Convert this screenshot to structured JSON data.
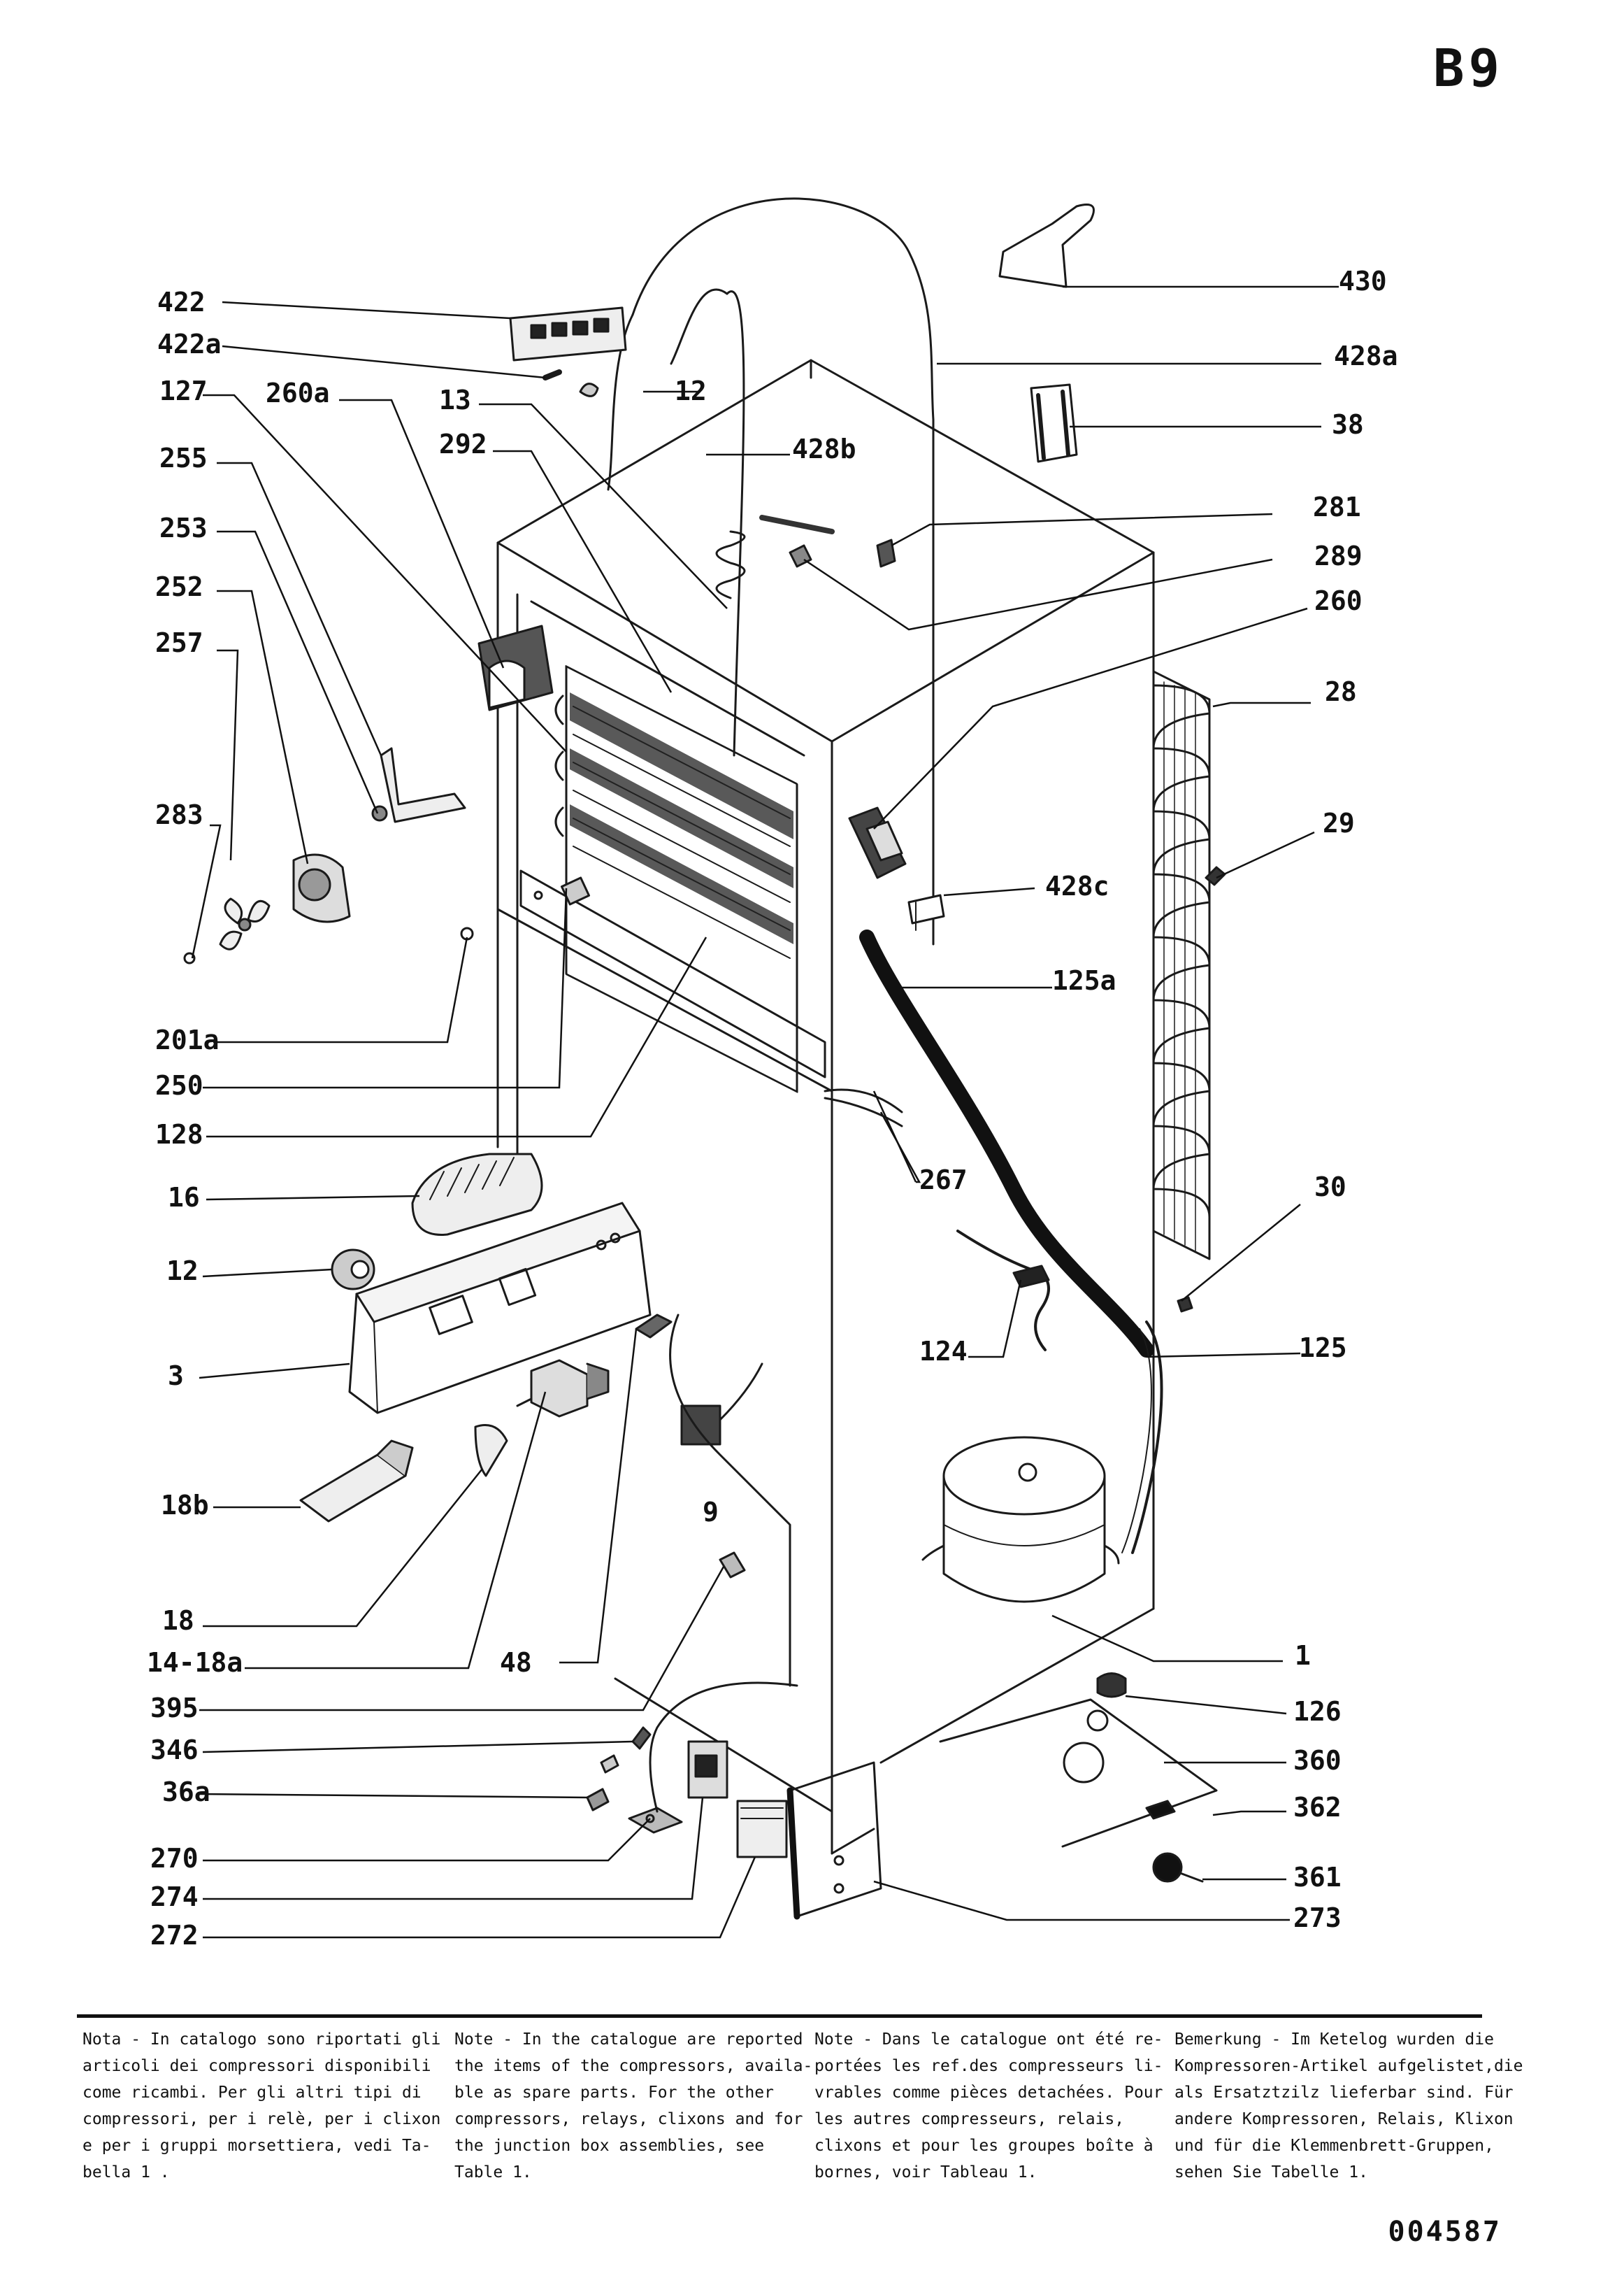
{
  "page": {
    "code": "B9",
    "document_number": "004587"
  },
  "labels": {
    "c1": "1",
    "c3": "3",
    "c9": "9",
    "c12a": "12",
    "c12b": "12",
    "c13": "13",
    "c14_18a": "14-18a",
    "c16": "16",
    "c18": "18",
    "c18b": "18b",
    "c28": "28",
    "c29": "29",
    "c30": "30",
    "c36a": "36a",
    "c38": "38",
    "c48": "48",
    "c124": "124",
    "c125": "125",
    "c125a": "125a",
    "c126": "126",
    "c127": "127",
    "c128": "128",
    "c201a": "201a",
    "c250": "250",
    "c252": "252",
    "c253": "253",
    "c255": "255",
    "c257": "257",
    "c260": "260",
    "c260a": "260a",
    "c267": "267",
    "c270": "270",
    "c272": "272",
    "c273": "273",
    "c274": "274",
    "c281": "281",
    "c283": "283",
    "c289": "289",
    "c292": "292",
    "c346": "346",
    "c360": "360",
    "c361": "361",
    "c362": "362",
    "c395": "395",
    "c422": "422",
    "c422a": "422a",
    "c428a": "428a",
    "c428b": "428b",
    "c428c": "428c",
    "c430": "430"
  },
  "notes": {
    "it": [
      "Nota - In catalogo sono riportati gli",
      "articoli dei compressori disponibili",
      "come ricambi. Per gli altri tipi di",
      "compressori, per i relè, per i clixon",
      "e per i gruppi morsettiera, vedi Ta-",
      "bella 1 ."
    ],
    "en": [
      "Note - In the catalogue are reported",
      "the items of the compressors, availa-",
      "ble as spare parts. For the other",
      "compressors, relays, clixons and for",
      "the junction box assemblies, see",
      "Table 1."
    ],
    "fr": [
      "Note - Dans le catalogue ont été re-",
      "portées les ref.des compresseurs li-",
      "vrables comme pièces detachées. Pour",
      "les autres compresseurs, relais,",
      "clixons et pour les groupes boîte à",
      "bornes, voir Tableau 1."
    ],
    "de": [
      "Bemerkung - Im Ketelog wurden die",
      "Kompressoren-Artikel aufgelistet,die",
      "als Ersatztzilz lieferbar sind. Für",
      "andere Kompressoren, Relais, Klixon",
      "und für die Klemmenbrett-Gruppen,",
      "sehen Sie Tabelle 1."
    ]
  }
}
